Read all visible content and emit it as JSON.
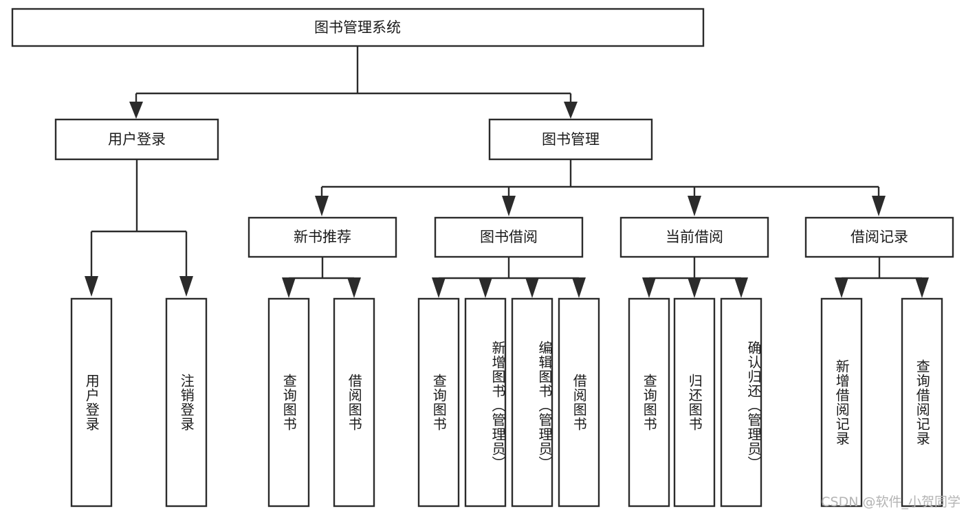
{
  "diagram": {
    "type": "tree-hierarchy",
    "title": "图书管理系统",
    "orientation": "top-down",
    "colors": {
      "box_fill": "#ffffff",
      "box_stroke": "#2b2b2b",
      "text": "#1a1a1a",
      "background": "#ffffff",
      "watermark": "#b4b4b4"
    },
    "nodes": {
      "root": {
        "label": "图书管理系统",
        "level": 0
      },
      "level1": [
        {
          "id": "user-login",
          "label": "用户登录"
        },
        {
          "id": "book-manage",
          "label": "图书管理"
        }
      ],
      "level2": [
        {
          "id": "new-book-recommend",
          "label": "新书推荐",
          "parent": "book-manage"
        },
        {
          "id": "book-borrow",
          "label": "图书借阅",
          "parent": "book-manage"
        },
        {
          "id": "current-borrow",
          "label": "当前借阅",
          "parent": "book-manage"
        },
        {
          "id": "borrow-record",
          "label": "借阅记录",
          "parent": "book-manage"
        }
      ],
      "leaves": [
        {
          "id": "leaf-user-login",
          "label": "用户登录",
          "parent": "user-login"
        },
        {
          "id": "leaf-user-logout",
          "label": "注销登录",
          "parent": "user-login"
        },
        {
          "id": "leaf-query-book-1",
          "label": "查询图书",
          "parent": "new-book-recommend"
        },
        {
          "id": "leaf-borrow-book-1",
          "label": "借阅图书",
          "parent": "new-book-recommend"
        },
        {
          "id": "leaf-query-book-2",
          "label": "查询图书",
          "parent": "book-borrow"
        },
        {
          "id": "leaf-add-book",
          "label": "新增图书（管理员）",
          "parent": "book-borrow"
        },
        {
          "id": "leaf-edit-book",
          "label": "编辑图书（管理员）",
          "parent": "book-borrow"
        },
        {
          "id": "leaf-borrow-book-2",
          "label": "借阅图书",
          "parent": "book-borrow"
        },
        {
          "id": "leaf-query-book-3",
          "label": "查询图书",
          "parent": "current-borrow"
        },
        {
          "id": "leaf-return-book",
          "label": "归还图书",
          "parent": "current-borrow"
        },
        {
          "id": "leaf-confirm-return",
          "label": "确认归还（管理员）",
          "parent": "current-borrow"
        },
        {
          "id": "leaf-add-record",
          "label": "新增借阅记录",
          "parent": "borrow-record"
        },
        {
          "id": "leaf-query-record",
          "label": "查询借阅记录",
          "parent": "borrow-record"
        }
      ]
    }
  },
  "watermark": {
    "text": "CSDN @软件_小贺同学"
  }
}
